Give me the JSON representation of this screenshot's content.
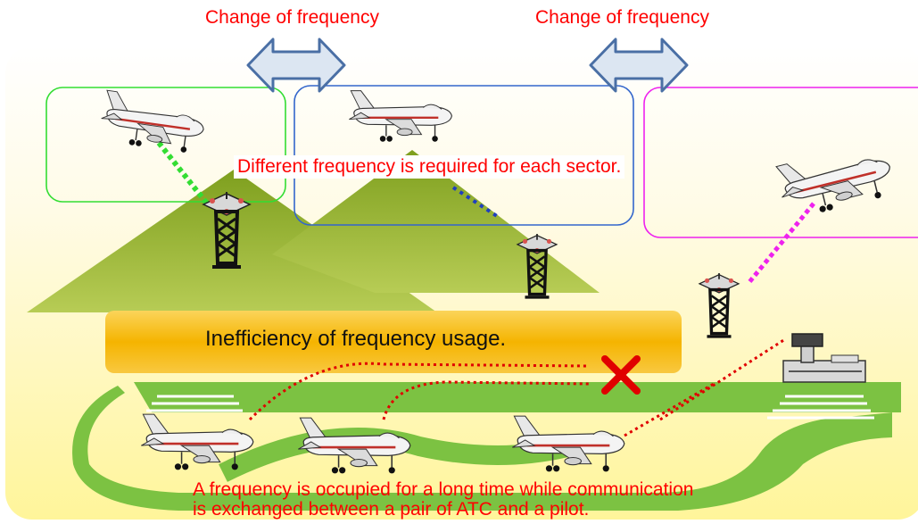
{
  "labels": {
    "change_frequency_left": "Change of frequency",
    "change_frequency_right": "Change of frequency",
    "sector_note": "Different frequency is required for each sector.",
    "inefficiency_banner": "Inefficiency of frequency usage.",
    "bottom_note_line1": "A frequency is occupied for a long time while communication",
    "bottom_note_line2": "is exchanged between a pair of ATC and a pilot."
  },
  "colors": {
    "red_text": "#ff0000",
    "sector_green": "#33dd33",
    "sector_blue": "#3366cc",
    "sector_magenta": "#ee22ee",
    "mountain": "#99bb33",
    "taxiway": "#7cc242",
    "banner": "#f5b400",
    "arrow_fill": "#dce6f2",
    "arrow_stroke": "#4a6fa5"
  },
  "icons": [
    "airplane-icon",
    "radio-tower-icon",
    "control-tower-icon",
    "cross-mark-icon",
    "double-arrow-icon"
  ]
}
